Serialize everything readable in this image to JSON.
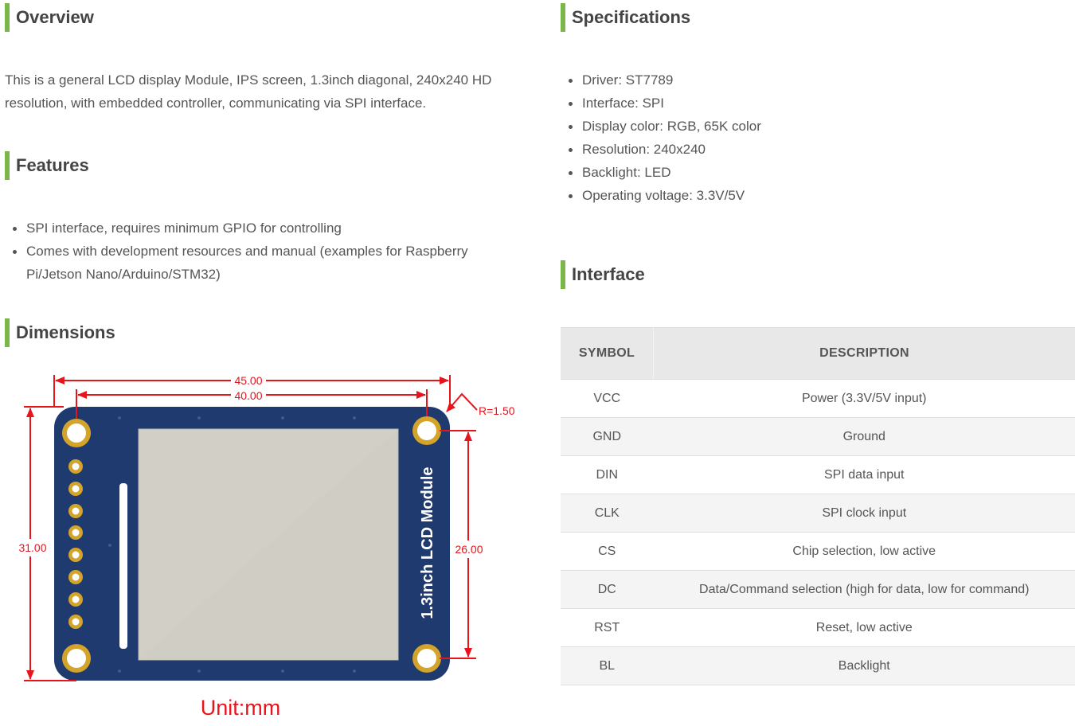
{
  "overview": {
    "heading": "Overview",
    "text": "This is a general LCD display Module, IPS screen, 1.3inch diagonal, 240x240 HD resolution, with embedded controller, communicating via SPI interface."
  },
  "features": {
    "heading": "Features",
    "items": [
      "SPI interface, requires minimum GPIO for controlling",
      "Comes with development resources and manual (examples for Raspberry Pi/Jetson Nano/Arduino/STM32)"
    ]
  },
  "dimensions": {
    "heading": "Dimensions",
    "width_outer": "45.00",
    "width_holes": "40.00",
    "radius": "R=1.50",
    "height_outer": "31.00",
    "height_holes": "26.00",
    "module_label": "1.3inch LCD Module",
    "unit": "Unit:mm",
    "colors": {
      "dimension": "#e8141c",
      "pcb": "#1f3a6e",
      "pad": "#d4a32a",
      "screen": "#d2cfc6"
    }
  },
  "specifications": {
    "heading": "Specifications",
    "items": [
      "Driver: ST7789",
      "Interface: SPI",
      "Display color: RGB, 65K color",
      "Resolution: 240x240",
      "Backlight: LED",
      "Operating voltage: 3.3V/5V"
    ]
  },
  "interface": {
    "heading": "Interface",
    "columns": [
      "SYMBOL",
      "DESCRIPTION"
    ],
    "rows": [
      [
        "VCC",
        "Power (3.3V/5V input)"
      ],
      [
        "GND",
        "Ground"
      ],
      [
        "DIN",
        "SPI data input"
      ],
      [
        "CLK",
        "SPI clock input"
      ],
      [
        "CS",
        "Chip selection, low active"
      ],
      [
        "DC",
        "Data/Command selection (high for data, low for command)"
      ],
      [
        "RST",
        "Reset, low active"
      ],
      [
        "BL",
        "Backlight"
      ]
    ]
  },
  "accent_color": "#7ab648"
}
